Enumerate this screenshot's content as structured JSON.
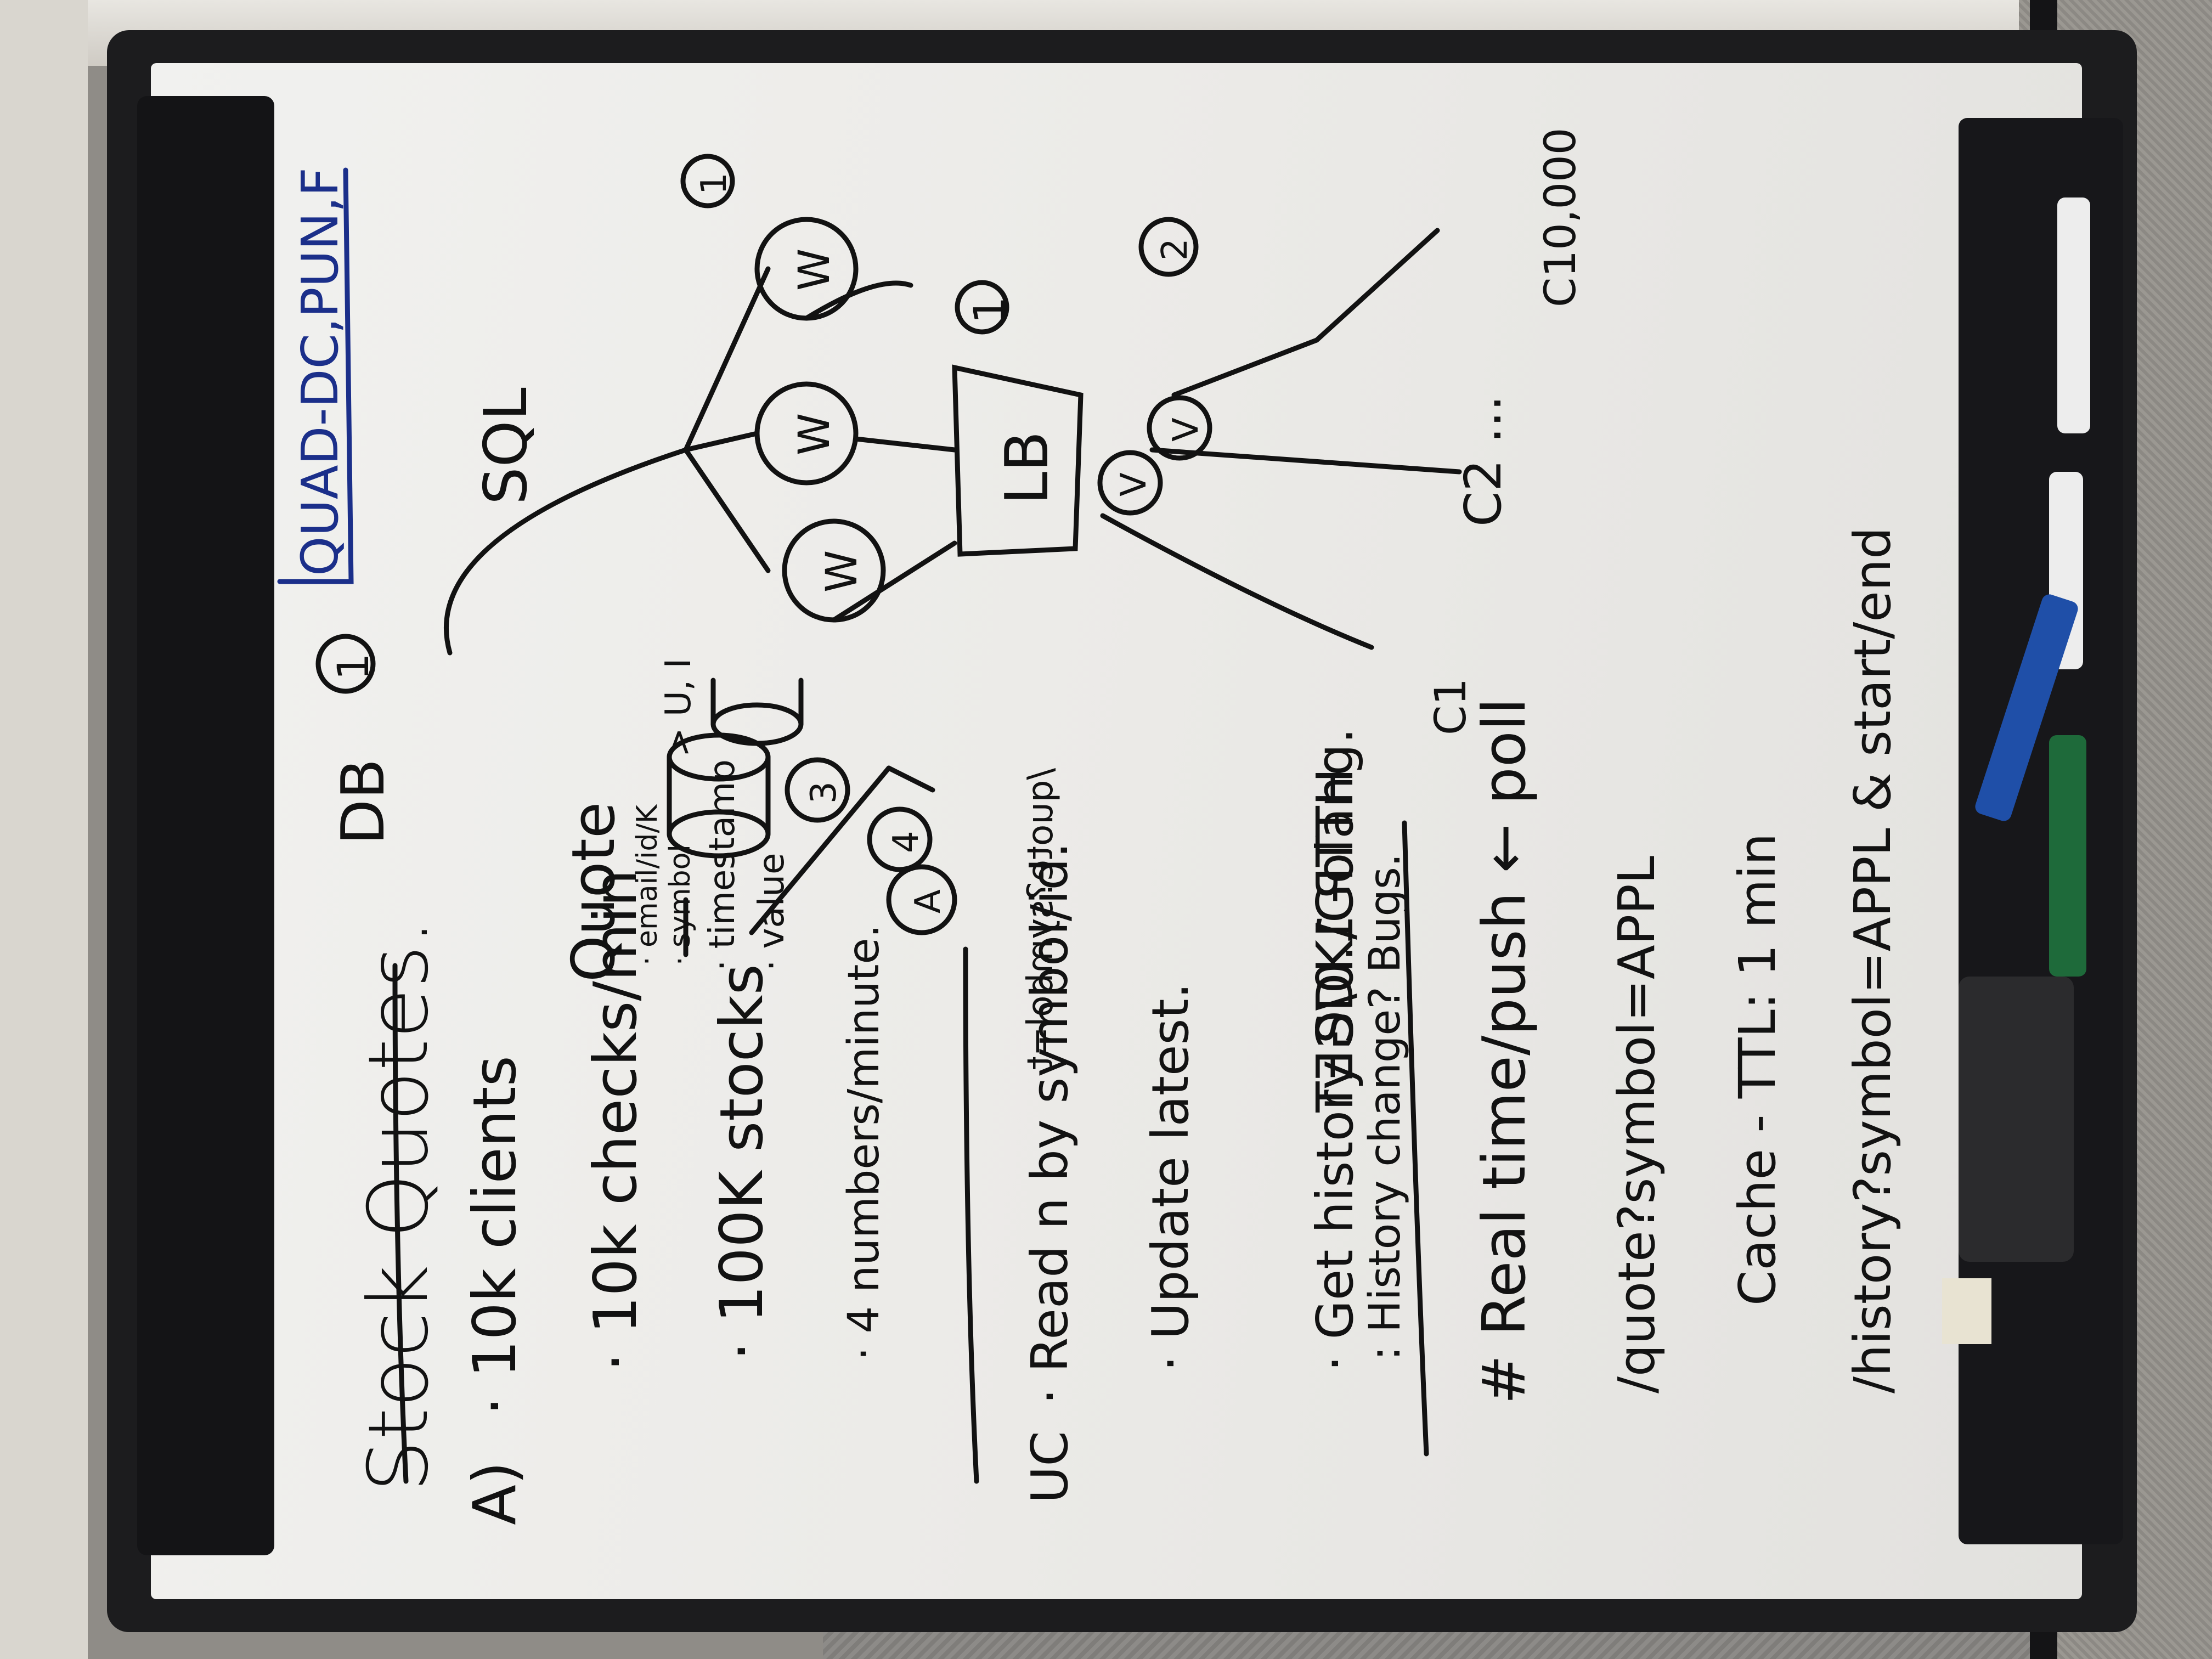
{
  "board": {
    "title": "Stock Quotes.",
    "stamp": "QUAD-DC,PUN,F",
    "sections": {
      "a_label": "A)",
      "requirements": [
        "· 10k clients",
        "· 10k checks/min",
        "· 100K stocks",
        "· 4 numbers/minute."
      ],
      "uc_label": "UC",
      "use_cases": [
        "· Read n by symbol/id.",
        "· Update latest.",
        "· Get history SDK/Golang.",
        ": History change? Bugs."
      ],
      "notes": [
        "# Real time/push ← poll",
        "/quote?symbol=APPL",
        "Cache - TTL: 1 min",
        "/history?symbol=APPL & start/end"
      ]
    },
    "diagram": {
      "db_label": "DB",
      "db_badge": "1",
      "sql_label": "SQL",
      "quote_header": "Quote",
      "quote_fields": [
        "· email/id/K",
        "· symbol",
        "· timestamp",
        "· value"
      ],
      "quote_side": "> U, I",
      "lb_label": "LB",
      "lb_badge": "1",
      "worker_label": "W",
      "worker_badge": "1",
      "cache_label": "V",
      "cache_badge": "2",
      "api_badge": "3",
      "app_badge": "4",
      "app_badge2": "A",
      "protocol": "HTTP 1.0/GET",
      "endpoint": "/quote?symbol=t",
      "clients": [
        "C1",
        "C2 ...",
        "C10,000"
      ]
    }
  },
  "colors": {
    "ink": "#121212",
    "blue_ink": "#1b2f8a",
    "board": "#eeede9",
    "frame": "#1c1c1e"
  }
}
